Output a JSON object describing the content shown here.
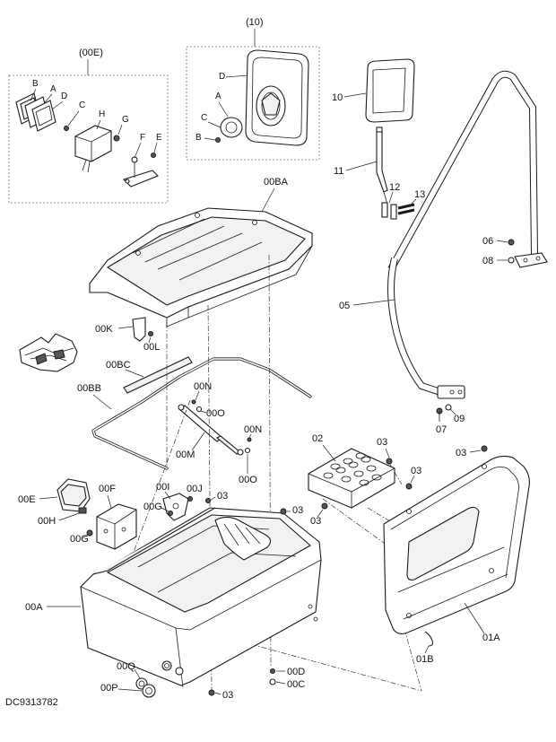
{
  "drawing_number": "DC9313782",
  "labels": {
    "grp_00E": "(00E)",
    "grp_10": "(10)",
    "l_B1": "B",
    "l_A1": "A",
    "l_D1": "D",
    "l_C1": "C",
    "l_H": "H",
    "l_G": "G",
    "l_F": "F",
    "l_E": "E",
    "l_D2": "D",
    "l_A2": "A",
    "l_C2": "C",
    "l_B2": "B",
    "l_10": "10",
    "l_11": "11",
    "l_12": "12",
    "l_13": "13",
    "l_00BA": "00BA",
    "l_00K": "00K",
    "l_00L": "00L",
    "l_00BC": "00BC",
    "l_00BB": "00BB",
    "l_00N1": "00N",
    "l_00O1": "00O",
    "l_00M": "00M",
    "l_00N2": "00N",
    "l_00O2": "00O",
    "l_06": "06",
    "l_08": "08",
    "l_05": "05",
    "l_07": "07",
    "l_09": "09",
    "l_02": "02",
    "l_03a": "03",
    "l_03b": "03",
    "l_03c": "03",
    "l_03d": "03",
    "l_03e": "03",
    "l_03f": "03",
    "l_03g": "03",
    "l_00E": "00E",
    "l_00H": "00H",
    "l_00F": "00F",
    "l_00I": "00I",
    "l_00J": "00J",
    "l_00G1": "00G",
    "l_00G2": "00G",
    "l_00A": "00A",
    "l_00Q": "00Q",
    "l_00P": "00P",
    "l_00D": "00D",
    "l_00C": "00C",
    "l_01A": "01A",
    "l_01B": "01B"
  }
}
